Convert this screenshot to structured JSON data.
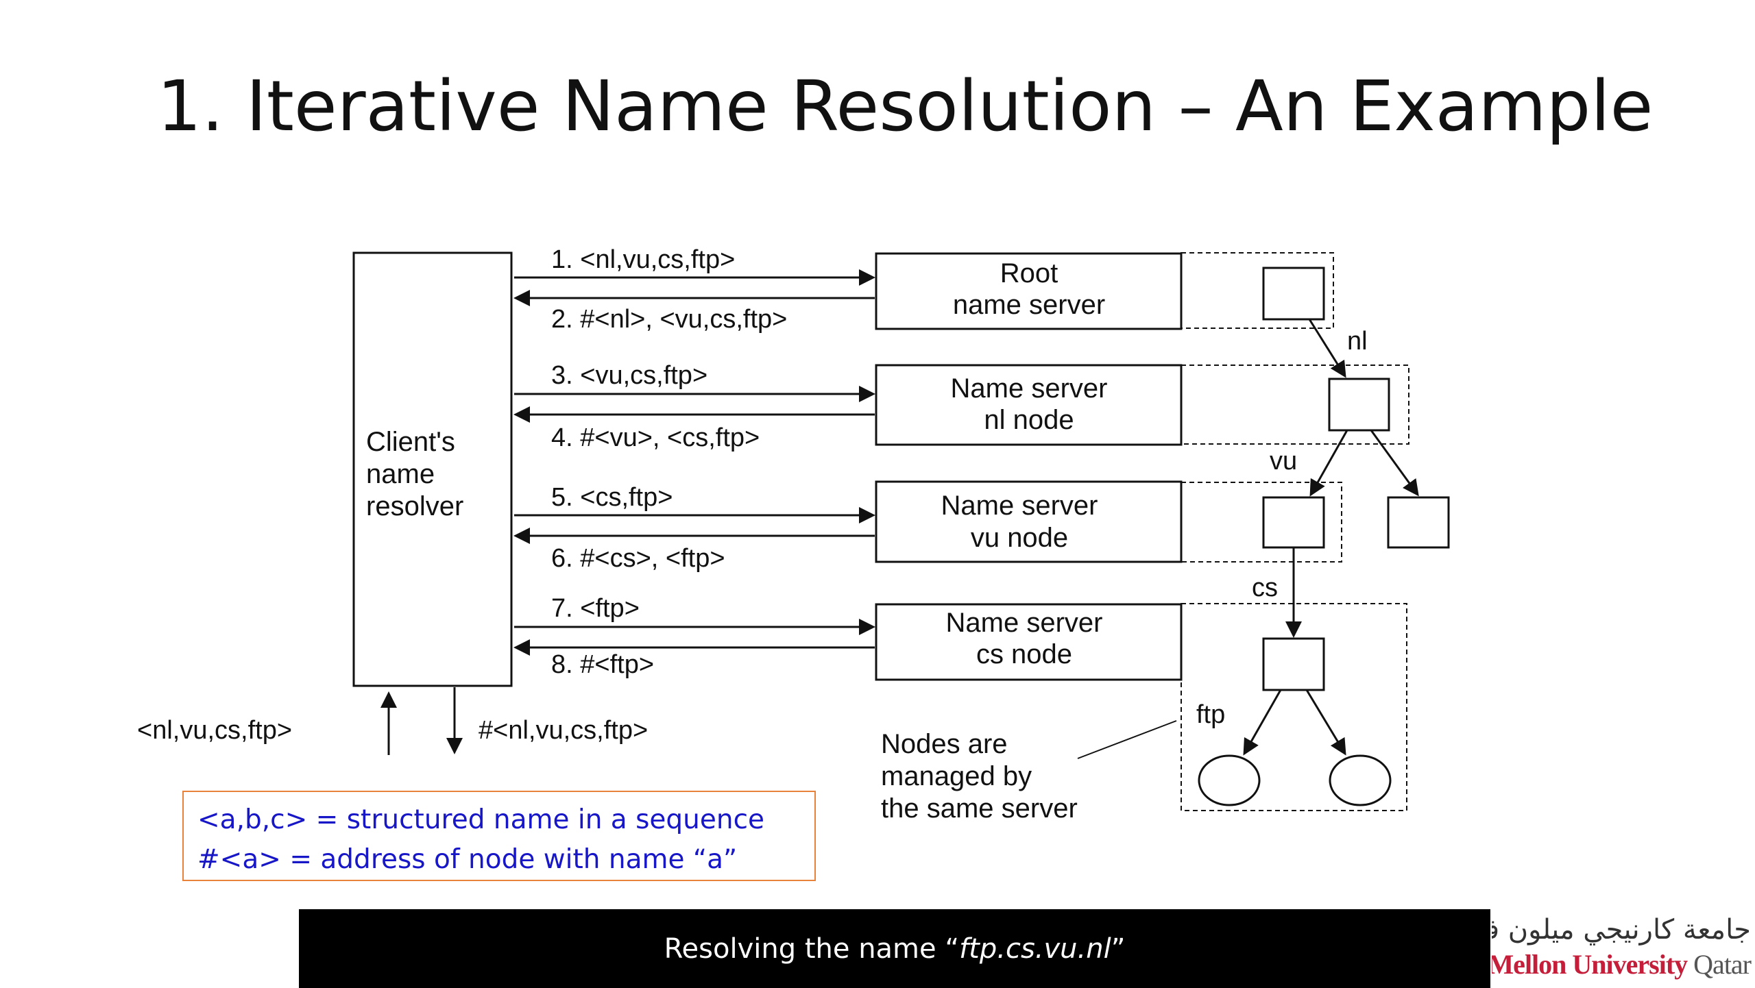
{
  "slide": {
    "title": "1. Iterative Name Resolution – An Example"
  },
  "diagram": {
    "client_box": [
      "Client's",
      "name",
      "resolver"
    ],
    "servers": [
      {
        "lines": [
          "Root",
          "name server"
        ]
      },
      {
        "lines": [
          "Name server",
          "nl node"
        ]
      },
      {
        "lines": [
          "Name server",
          "vu node"
        ]
      },
      {
        "lines": [
          "Name server",
          "cs node"
        ]
      }
    ],
    "messages": [
      "1. <nl,vu,cs,ftp>",
      "2. #<nl>, <vu,cs,ftp>",
      "3. <vu,cs,ftp>",
      "4. #<vu>, <cs,ftp>",
      "5. <cs,ftp>",
      "6. #<cs>, <ftp>",
      "7. <ftp>",
      "8. #<ftp>"
    ],
    "input_label": "<nl,vu,cs,ftp>",
    "output_label": "#<nl,vu,cs,ftp>",
    "edge_labels": [
      "nl",
      "vu",
      "cs",
      "ftp"
    ],
    "note": [
      "Nodes are",
      "managed by",
      "the same server"
    ]
  },
  "legend": {
    "line1": "<a,b,c> = structured name in a sequence",
    "line2": "#<a> = address of node with name “a”",
    "color": "#1717c8",
    "border_color": "#e8823a"
  },
  "caption": {
    "prefix": "Resolving the name “",
    "name": "ftp.cs.vu.nl",
    "suffix": "”"
  },
  "logo": {
    "arabic": "جامعة كارنيجي ميلون في قطر",
    "part_red": "ie Mellon University",
    "part_gray": " Qatar"
  }
}
